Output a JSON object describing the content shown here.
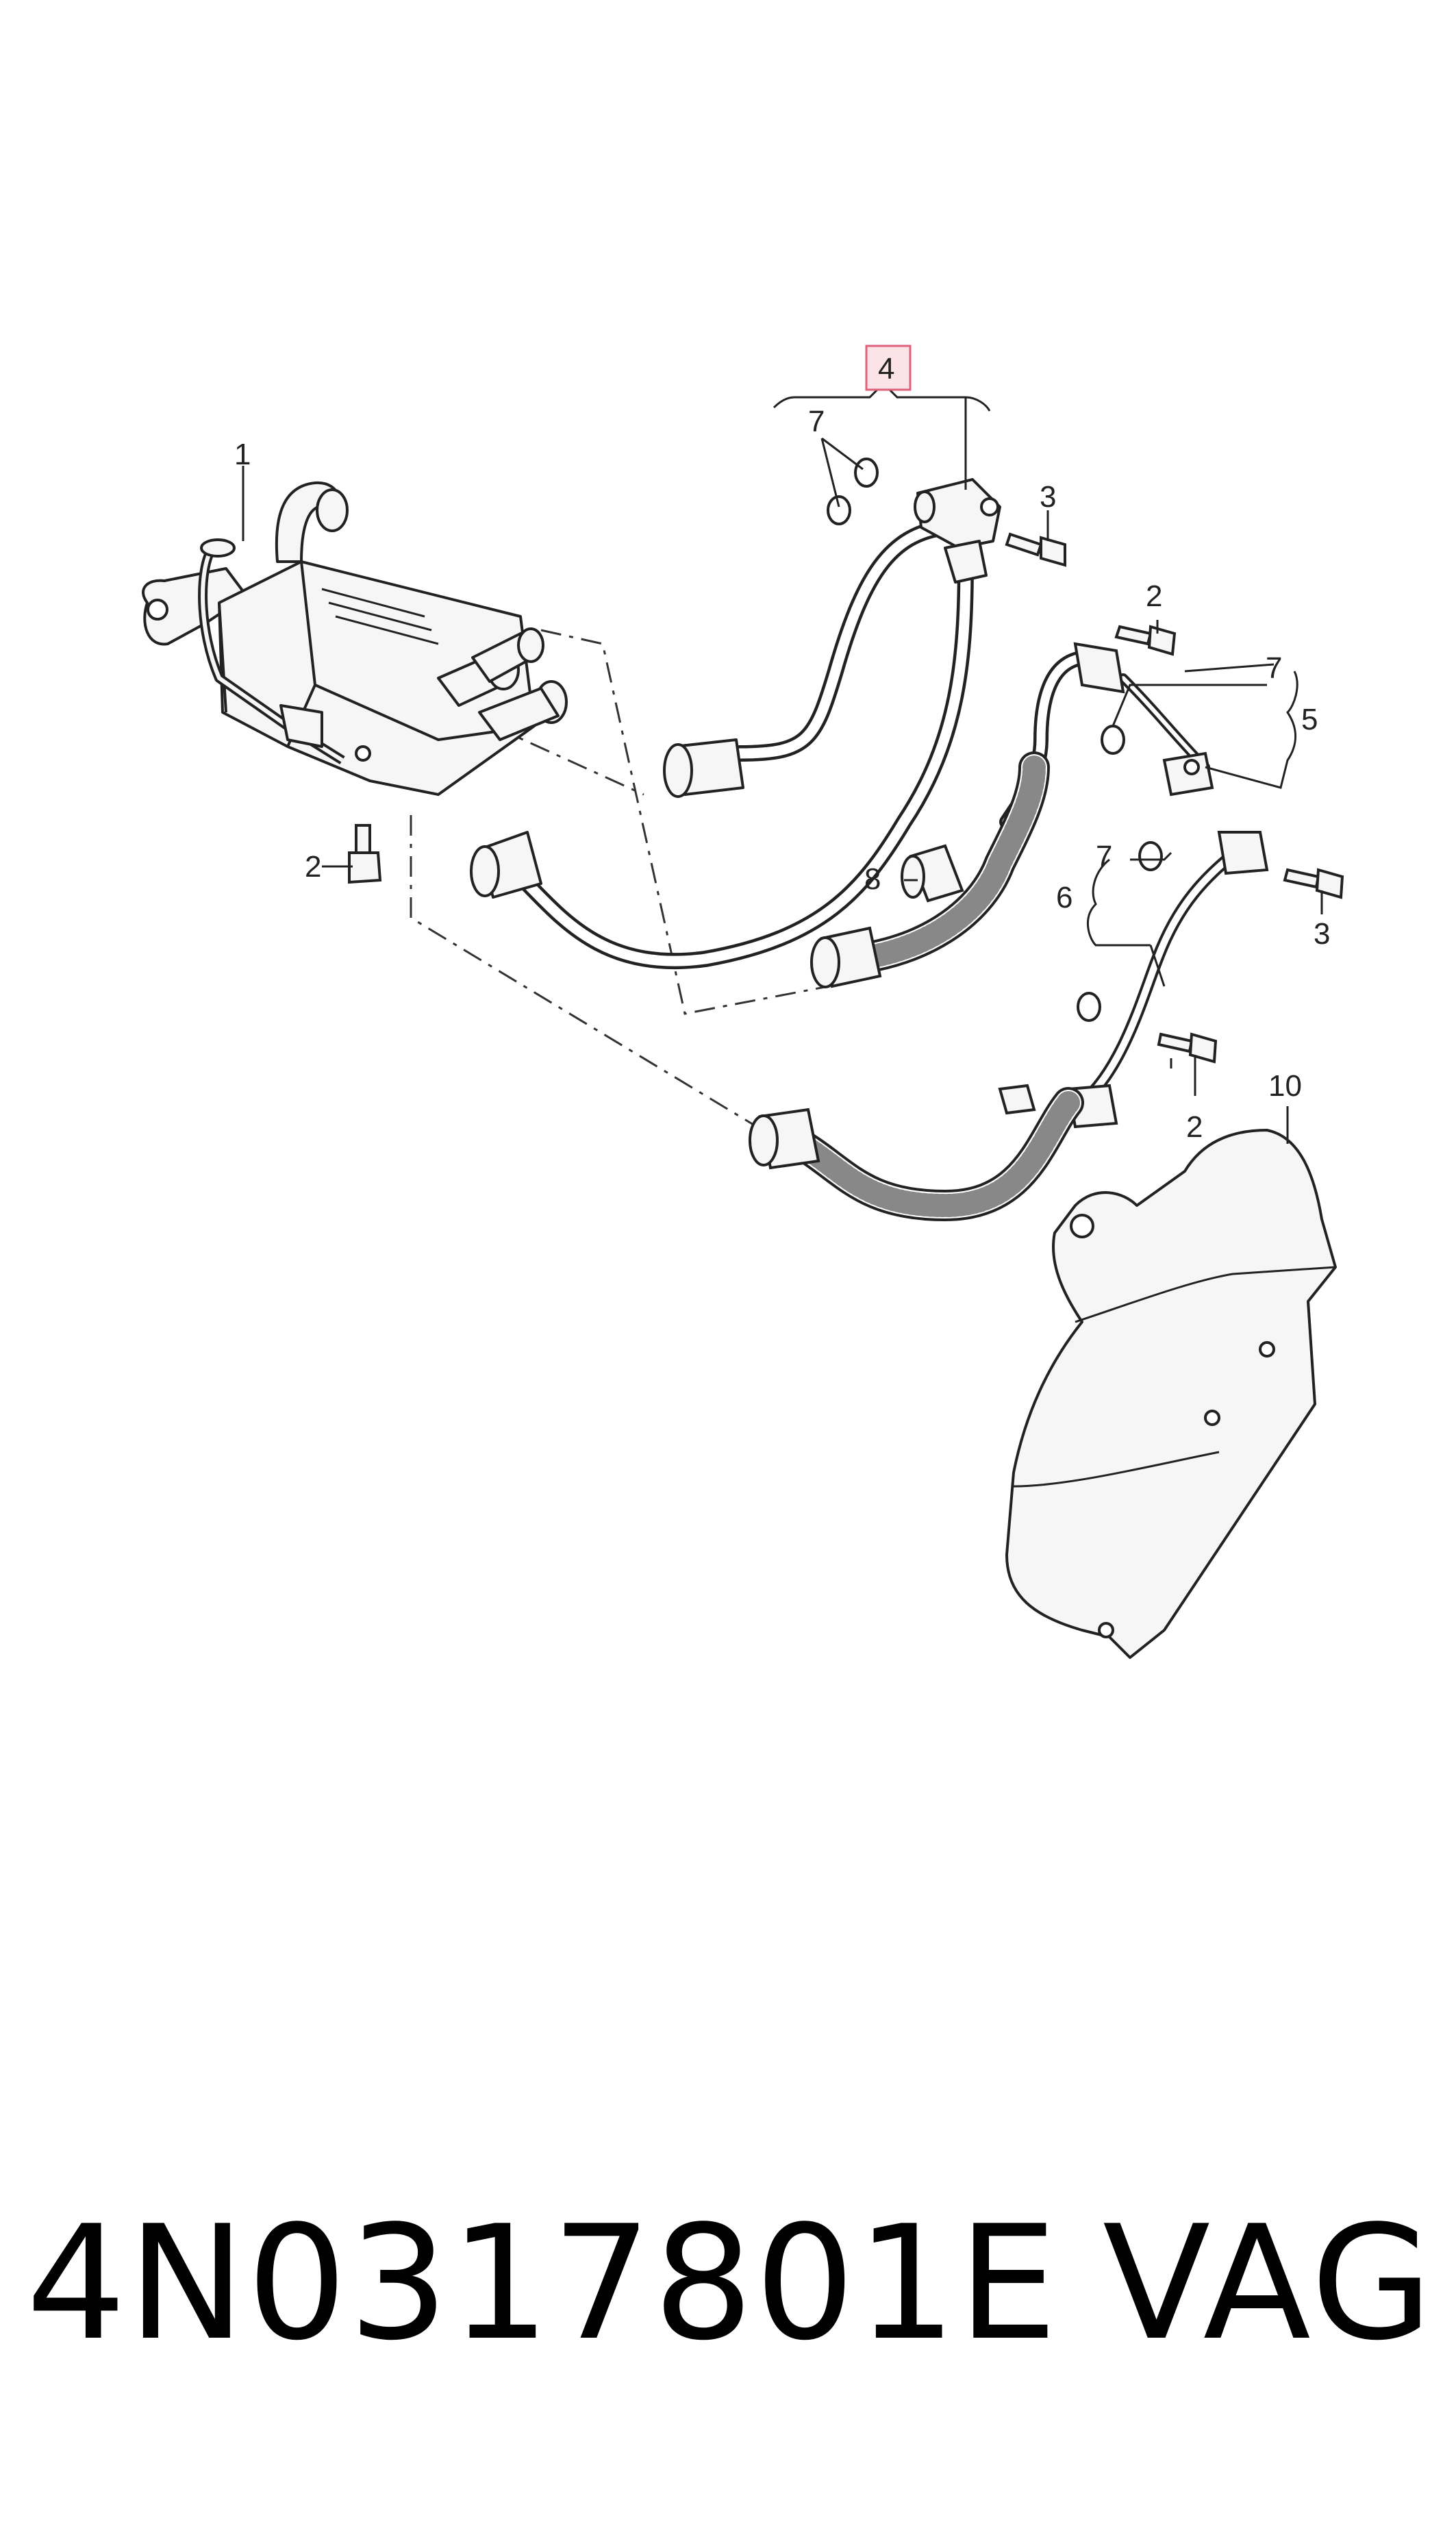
{
  "callouts": {
    "c1": "1",
    "c2a": "2",
    "c2b": "2",
    "c2c": "2",
    "c3a": "3",
    "c3b": "3",
    "c4": "4",
    "c5": "5",
    "c6": "6",
    "c7a": "7",
    "c7b": "7",
    "c7c": "7",
    "c8": "8",
    "c10": "10"
  },
  "highlight_color": "#e0607a",
  "part_number": "4N0317801E",
  "brand": "VAG"
}
